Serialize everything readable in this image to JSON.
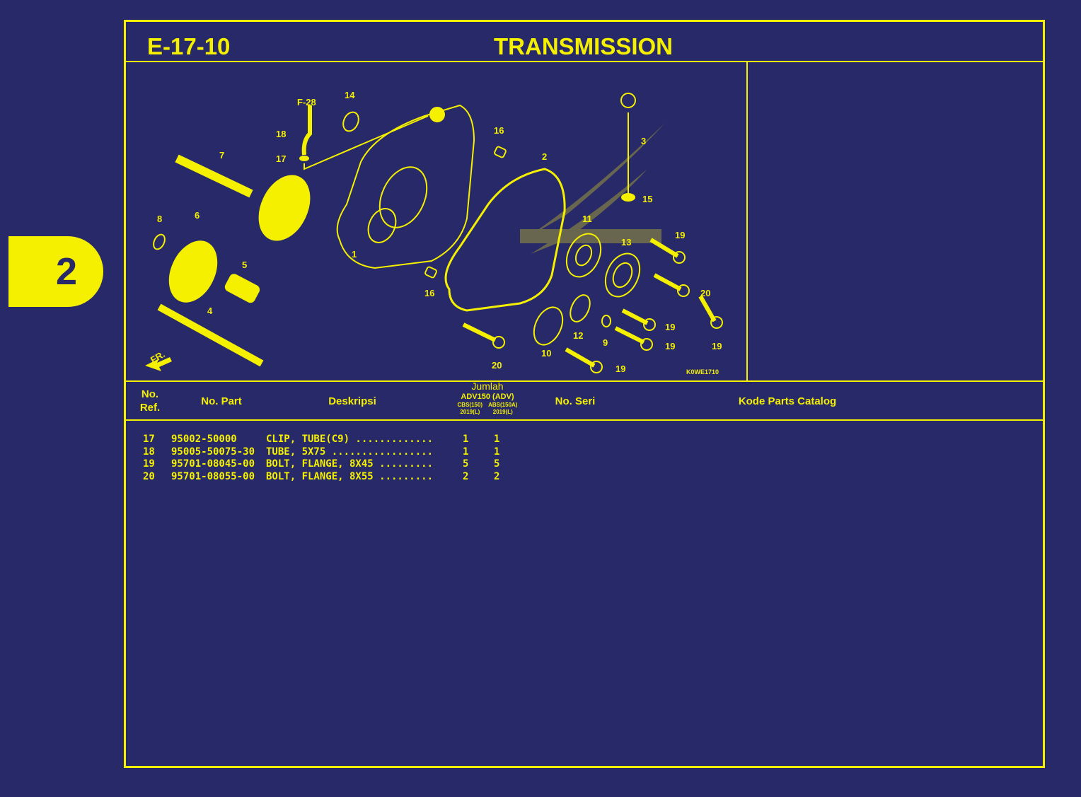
{
  "side_tab": {
    "label": "2"
  },
  "header": {
    "code": "E-17-10",
    "title": "TRANSMISSION"
  },
  "diagram": {
    "ref_code": "F-28",
    "catalog_id": "K0WE1710",
    "front_arrow": "FR.",
    "callouts": [
      "1",
      "2",
      "3",
      "4",
      "5",
      "6",
      "7",
      "8",
      "9",
      "10",
      "11",
      "12",
      "13",
      "14",
      "15",
      "16",
      "17",
      "18",
      "19",
      "20"
    ]
  },
  "table": {
    "headers": {
      "ref_line1": "No.",
      "ref_line2": "Ref.",
      "part": "No. Part",
      "desc": "Deskripsi",
      "qty_title": "Jumlah",
      "qty_model": "ADV150 (ADV)",
      "qty_col1_line1": "CBS(150)",
      "qty_col1_line2": "2019(L)",
      "qty_col2_line1": "ABS(150A)",
      "qty_col2_line2": "2019(L)",
      "serial": "No. Seri",
      "catalog": "Kode Parts Catalog"
    },
    "rows": [
      {
        "ref": "17",
        "part": "95002-50000",
        "desc": "CLIP, TUBE(C9) .............",
        "q1": "1",
        "q2": "1"
      },
      {
        "ref": "18",
        "part": "95005-50075-30",
        "desc": "TUBE, 5X75 .................",
        "q1": "1",
        "q2": "1"
      },
      {
        "ref": "19",
        "part": "95701-08045-00",
        "desc": "BOLT, FLANGE, 8X45 .........",
        "q1": "5",
        "q2": "5"
      },
      {
        "ref": "20",
        "part": "95701-08055-00",
        "desc": "BOLT, FLANGE, 8X55 .........",
        "q1": "2",
        "q2": "2"
      }
    ]
  },
  "colors": {
    "background": "#272968",
    "accent": "#f5f000"
  }
}
